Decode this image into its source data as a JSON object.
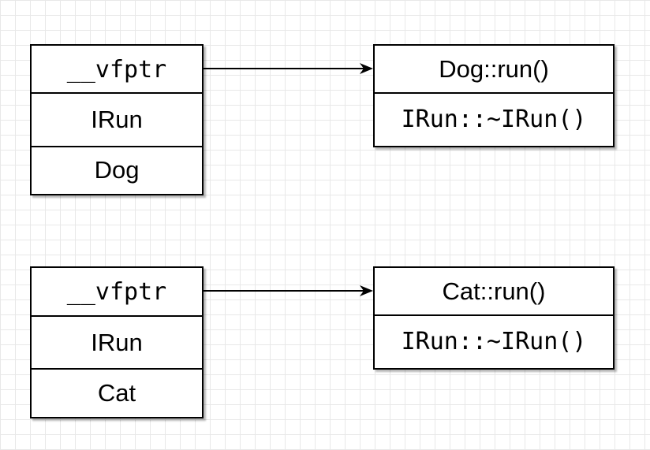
{
  "dog_object": {
    "vfptr": "__vfptr",
    "base": "IRun",
    "derived": "Dog"
  },
  "dog_vtable": {
    "entry1": "Dog::run()",
    "entry2": "IRun::~IRun()"
  },
  "cat_object": {
    "vfptr": "__vfptr",
    "base": "IRun",
    "derived": "Cat"
  },
  "cat_vtable": {
    "entry1": "Cat::run()",
    "entry2": "IRun::~IRun()"
  }
}
